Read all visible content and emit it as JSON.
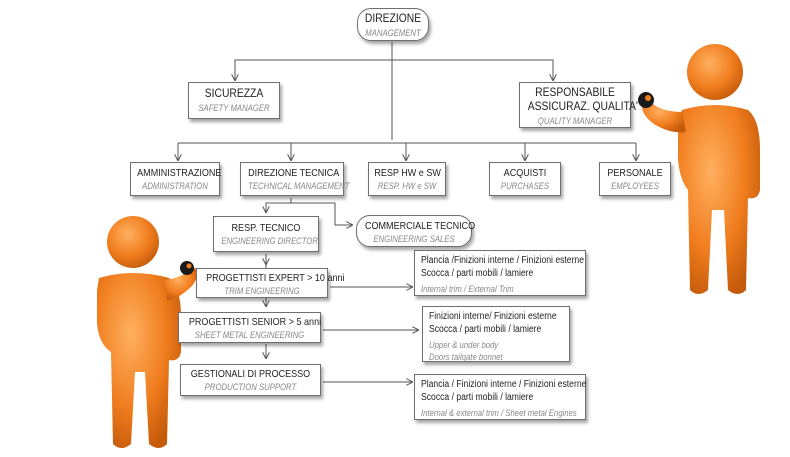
{
  "colors": {
    "figure": "#f07d1e",
    "figure_dark": "#c45a0a",
    "line": "#555555"
  },
  "nodes": {
    "direzione": {
      "title": "DIREZIONE",
      "subtitle": "MANAGEMENT"
    },
    "sicurezza": {
      "title": "SICUREZZA",
      "subtitle": "SAFETY MANAGER"
    },
    "qualita": {
      "title_line1": "RESPONSABILE",
      "title_line2": "ASSICURAZ. QUALITA'",
      "subtitle": "QUALITY MANAGER"
    },
    "amministrazione": {
      "title": "AMMINISTRAZIONE",
      "subtitle": "ADMINISTRATION"
    },
    "direzione_tecnica": {
      "title": "DIREZIONE TECNICA",
      "subtitle": "TECHNICAL MANAGEMENT"
    },
    "resp_hw_sw": {
      "title": "RESP HW e SW",
      "subtitle": "RESP. HW e SW"
    },
    "acquisti": {
      "title": "ACQUISTI",
      "subtitle": "PURCHASES"
    },
    "personale": {
      "title": "PERSONALE",
      "subtitle": "EMPLOYEES"
    },
    "resp_tecnico": {
      "title": "RESP. TECNICO",
      "subtitle": "ENGINEERING DIRECTOR"
    },
    "commerciale_tecnico": {
      "title": "COMMERCIALE TECNICO",
      "subtitle": "ENGINEERING SALES"
    },
    "progettisti_expert": {
      "title": "PROGETTISTI EXPERT  > 10 anni",
      "subtitle": "TRIM  ENGINEERING"
    },
    "progettisti_senior": {
      "title": "PROGETTISTI SENIOR  > 5  anni",
      "subtitle": "SHEET METAL  ENGINEERING"
    },
    "gestionali": {
      "title": "GESTIONALI DI PROCESSO",
      "subtitle": "PRODUCTION SUPPORT"
    }
  },
  "details": {
    "expert": {
      "line1": "Plancia /Finizioni interne / Finizioni esterne",
      "line2": "Scocca / parti mobili  / lamiere",
      "note1": "Internal trim / External Trim"
    },
    "senior": {
      "line1": "Finizioni interne/ Finizioni esterne",
      "line2": "Scocca / parti mobili  / lamiere",
      "note1": "Upper & under body",
      "note2": "Doors  tailgate  bonnet"
    },
    "gestionali": {
      "line1": "Plancia / Finizioni interne / Finizioni esterne",
      "line2": "Scocca / parti mobili  /  lamiere",
      "note1": "Internal & external trim / Sheet metal Engines"
    }
  }
}
